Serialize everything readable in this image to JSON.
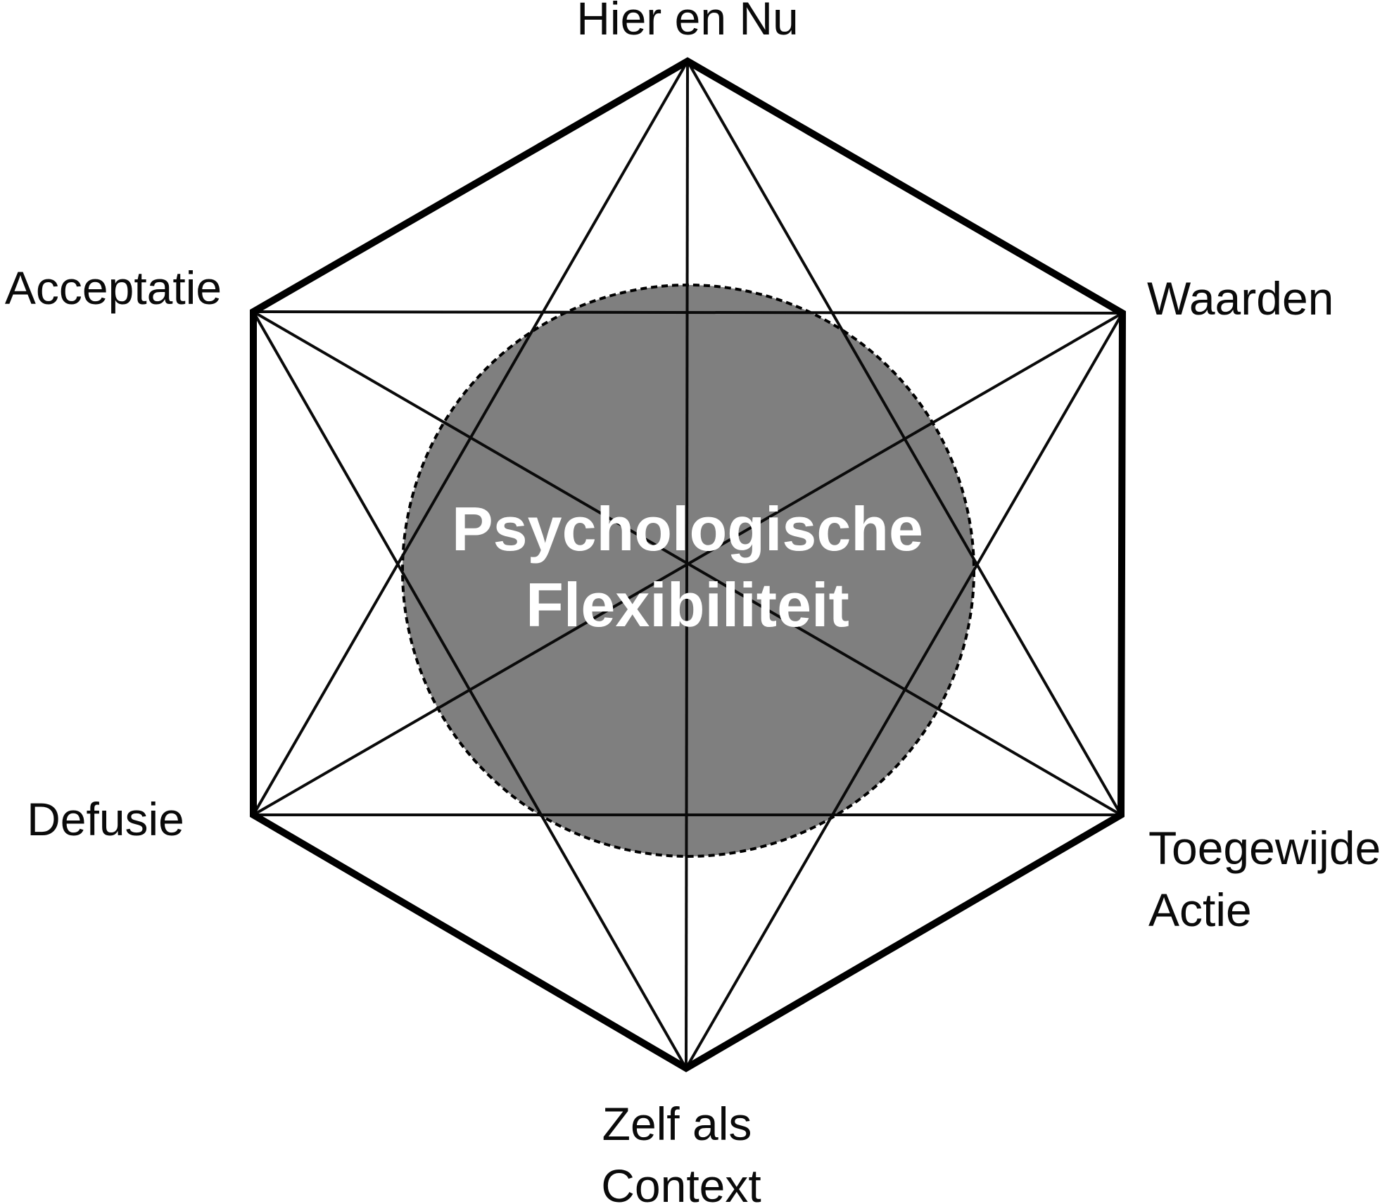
{
  "diagram": {
    "type": "hexaflex",
    "center": {
      "label_lines": [
        "Psychologische",
        "Flexibiliteit"
      ]
    },
    "nodes": [
      {
        "id": "hier-en-nu",
        "position": "top",
        "lines": [
          "Hier en Nu"
        ]
      },
      {
        "id": "waarden",
        "position": "upper-right",
        "lines": [
          "Waarden"
        ]
      },
      {
        "id": "toegewijde-actie",
        "position": "lower-right",
        "lines": [
          "Toegewijde",
          "Actie"
        ]
      },
      {
        "id": "zelf-als-context",
        "position": "bottom",
        "lines": [
          "Zelf als",
          "Context"
        ]
      },
      {
        "id": "defusie",
        "position": "lower-left",
        "lines": [
          "Defusie"
        ]
      },
      {
        "id": "acceptatie",
        "position": "upper-left",
        "lines": [
          "Acceptatie"
        ]
      }
    ],
    "colors": {
      "background": "#ffffff",
      "line": "#000000",
      "circle_fill": "#7f7f7f",
      "circle_border": "#000000",
      "label_text": "#0a0a0a",
      "center_text": "#ffffff"
    }
  }
}
